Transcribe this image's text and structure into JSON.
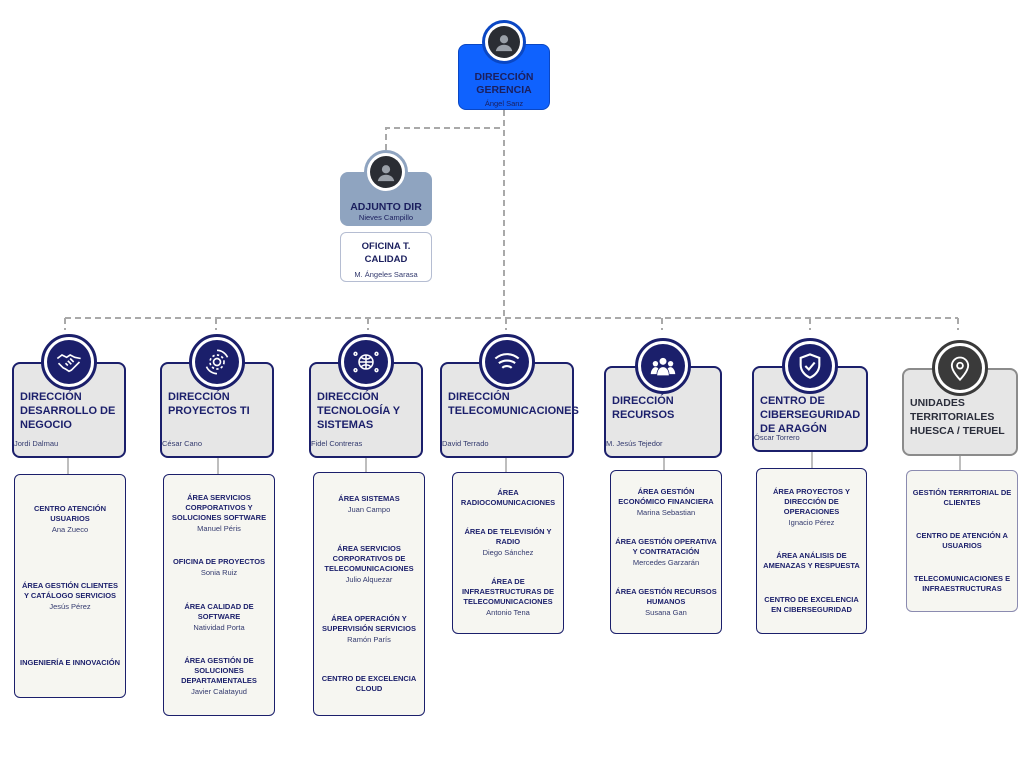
{
  "top": {
    "title": "DIRECCIÓN GERENCIA",
    "name": "Ángel Sanz"
  },
  "adjunto": {
    "title": "ADJUNTO DIR",
    "name": "Nieves Campillo"
  },
  "oficina": {
    "title": "OFICINA T. CALIDAD",
    "name": "M. Ángeles Sarasa"
  },
  "colors": {
    "top": "#0f62fe",
    "adjunto": "#8fa4c0",
    "card": "#e6e6e6",
    "border": "#1b1f6b",
    "sub_bg": "#f6f6f1"
  },
  "directions": [
    {
      "title": "DIRECCIÓN DESARROLLO DE NEGOCIO",
      "name": "Jordi Dalmau",
      "icon": "handshake-icon",
      "subs": [
        {
          "title": "CENTRO ATENCIÓN USUARIOS",
          "name": "Ana Zueco"
        },
        {
          "title": "ÁREA GESTIÓN CLIENTES Y CATÁLOGO SERVICIOS",
          "name": "Jesús Pérez"
        },
        {
          "title": "INGENIERÍA E INNOVACIÓN",
          "name": ""
        }
      ]
    },
    {
      "title": "DIRECCIÓN PROYECTOS TI",
      "name": "César Cano",
      "icon": "gear-cycle-icon",
      "subs": [
        {
          "title": "ÁREA SERVICIOS CORPORATIVOS Y SOLUCIONES SOFTWARE",
          "name": "Manuel Péris"
        },
        {
          "title": "OFICINA DE PROYECTOS",
          "name": "Sonia Ruiz"
        },
        {
          "title": "ÁREA CALIDAD DE SOFTWARE",
          "name": "Natividad Porta"
        },
        {
          "title": "ÁREA GESTIÓN DE SOLUCIONES DEPARTAMENTALES",
          "name": "Javier Calatayud"
        }
      ]
    },
    {
      "title": "DIRECCIÓN TECNOLOGÍA Y SISTEMAS",
      "name": "Fidel Contreras",
      "icon": "globe-network-icon",
      "subs": [
        {
          "title": "ÁREA SISTEMAS",
          "name": "Juan Campo"
        },
        {
          "title": "ÁREA SERVICIOS CORPORATIVOS DE TELECOMUNICACIONES",
          "name": "Julio Alquezar"
        },
        {
          "title": "ÁREA OPERACIÓN Y SUPERVISIÓN SERVICIOS",
          "name": "Ramón París"
        },
        {
          "title": "CENTRO DE EXCELENCIA CLOUD",
          "name": ""
        }
      ]
    },
    {
      "title": "DIRECCIÓN TELECOMUNICACIONES",
      "name": "David Terrado",
      "icon": "wifi-icon",
      "subs": [
        {
          "title": "ÁREA RADIOCOMUNICACIONES",
          "name": ""
        },
        {
          "title": "ÁREA DE TELEVISIÓN Y RADIO",
          "name": "Diego Sánchez"
        },
        {
          "title": "ÁREA DE INFRAESTRUCTURAS DE TELECOMUNICACIONES",
          "name": "Antonio Tena"
        }
      ]
    },
    {
      "title": "DIRECCIÓN RECURSOS",
      "name": "M. Jesús Tejedor",
      "icon": "team-icon",
      "subs": [
        {
          "title": "ÁREA GESTIÓN ECONÓMICO FINANCIERA",
          "name": "Marina Sebastian"
        },
        {
          "title": "ÁREA GESTIÓN OPERATIVA Y CONTRATACIÓN",
          "name": "Mercedes Garzarán"
        },
        {
          "title": "ÁREA GESTIÓN RECURSOS HUMANOS",
          "name": "Susana Gan"
        }
      ]
    },
    {
      "title": "CENTRO DE CIBERSEGURIDAD DE ARAGÓN",
      "name": "Óscar Torrero",
      "icon": "shield-check-icon",
      "subs": [
        {
          "title": "ÁREA PROYECTOS Y DIRECCIÓN DE OPERACIONES",
          "name": "Ignacio Pérez"
        },
        {
          "title": "ÁREA ANÁLISIS DE AMENAZAS Y RESPUESTA",
          "name": ""
        },
        {
          "title": "CENTRO DE EXCELENCIA EN CIBERSEGURIDAD",
          "name": ""
        }
      ]
    },
    {
      "title": "UNIDADES TERRITORIALES HUESCA / TERUEL",
      "name": "",
      "icon": "location-pin-icon",
      "subs": [
        {
          "title": "GESTIÓN TERRITORIAL DE CLIENTES",
          "name": ""
        },
        {
          "title": "CENTRO DE ATENCIÓN A USUARIOS",
          "name": ""
        },
        {
          "title": "TELECOMUNICACIONES E INFRAESTRUCTURAS",
          "name": ""
        }
      ]
    }
  ]
}
